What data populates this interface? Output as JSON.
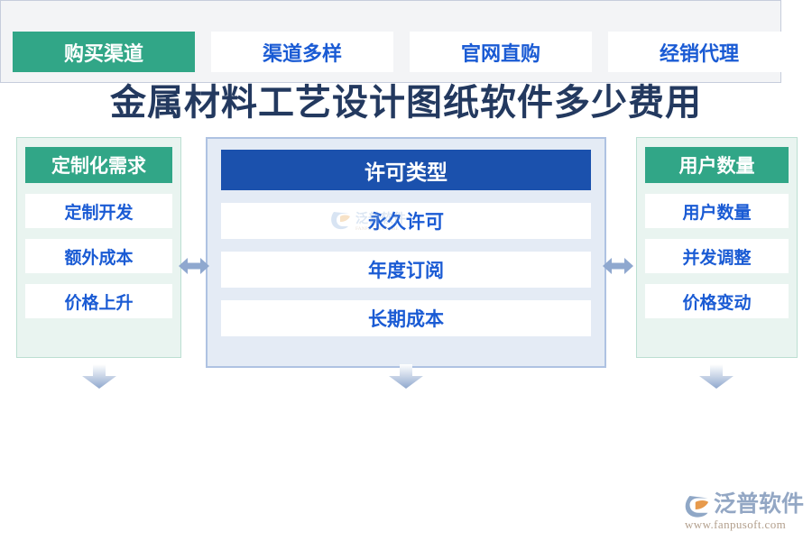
{
  "page": {
    "title": "金属材料工艺设计图纸软件多少费用",
    "title_color": "#23395f",
    "background": "#ffffff"
  },
  "colors": {
    "green_header": "#31a687",
    "blue_header": "#1b51ad",
    "item_text": "#1a5bd4",
    "green_panel_bg": "#e9f4f0",
    "green_panel_border": "#bcdfd2",
    "blue_panel_bg": "#e4ebf5",
    "blue_panel_border": "#aec2e2",
    "bottom_panel_bg": "#f3f4f6",
    "bottom_panel_border": "#c6cddc",
    "arrow": "#8fa8cf"
  },
  "panels": {
    "left": {
      "header": "定制化需求",
      "items": [
        {
          "label": "定制开发"
        },
        {
          "label": "额外成本"
        },
        {
          "label": "价格上升"
        }
      ]
    },
    "center": {
      "header": "许可类型",
      "items": [
        {
          "label": "永久许可"
        },
        {
          "label": "年度订阅"
        },
        {
          "label": "长期成本"
        }
      ]
    },
    "right": {
      "header": "用户数量",
      "items": [
        {
          "label": "用户数量"
        },
        {
          "label": "并发调整"
        },
        {
          "label": "价格变动"
        }
      ]
    },
    "bottom": {
      "cells": [
        {
          "label": "购买渠道",
          "accent": true
        },
        {
          "label": "渠道多样",
          "accent": false
        },
        {
          "label": "官网直购",
          "accent": false
        },
        {
          "label": "经销代理",
          "accent": false
        }
      ]
    }
  },
  "arrows": {
    "left_right_label": "双向箭头",
    "down_label": "向下箭头"
  },
  "branding": {
    "name": "泛普软件",
    "url": "www.fanpusoft.com"
  }
}
